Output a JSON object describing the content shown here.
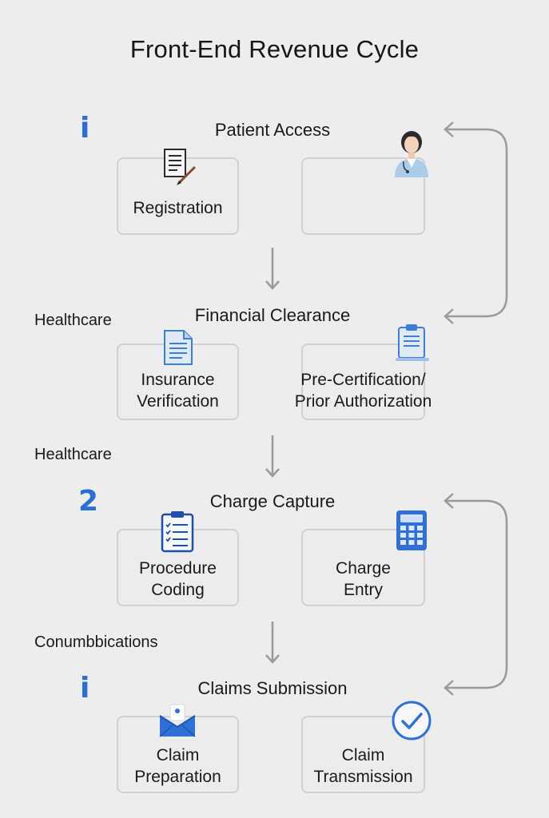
{
  "title": "Front-End Revenue Cycle",
  "side_labels": {
    "stage1_marker": "i",
    "stage2_left": "Healthcare",
    "between_2_3": "Healthcare",
    "stage3_marker": "2",
    "between_3_4": "Conumbbications",
    "stage4_marker": "i"
  },
  "stages": [
    {
      "title": "Patient Access",
      "boxes": [
        {
          "label_lines": [
            "Registration"
          ],
          "icon": "document-pen-icon"
        },
        {
          "label_lines": [],
          "icon": "doctor-icon"
        }
      ]
    },
    {
      "title": "Financial Clearance",
      "boxes": [
        {
          "label_lines": [
            "Insurance",
            "Verification"
          ],
          "icon": "document-icon"
        },
        {
          "label_lines": [
            "Pre-Certification/",
            "Prior Authorization"
          ],
          "icon": "clipboard-icon"
        }
      ]
    },
    {
      "title": "Charge Capture",
      "boxes": [
        {
          "label_lines": [
            "Procedure",
            "Coding"
          ],
          "icon": "checklist-icon"
        },
        {
          "label_lines": [
            "Charge",
            "Entry"
          ],
          "icon": "calculator-icon"
        }
      ]
    },
    {
      "title": "Claims Submission",
      "boxes": [
        {
          "label_lines": [
            "Claim",
            "Preparation"
          ],
          "icon": "envelope-icon"
        },
        {
          "label_lines": [
            "Claim",
            "Transmission"
          ],
          "icon": "check-circle-icon"
        }
      ]
    }
  ],
  "colors": {
    "accent_blue": "#2a6fd8",
    "connector_gray": "#9a9a9a",
    "box_border": "#d0d0d0",
    "background": "#ededed"
  }
}
